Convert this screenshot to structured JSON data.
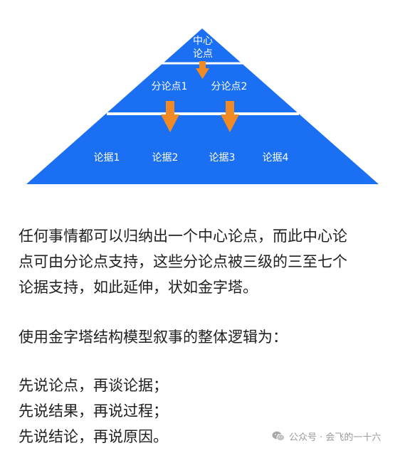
{
  "pyramid": {
    "colors": {
      "fill": "#1a6ff2",
      "divider": "#ffffff",
      "arrow": "#ef8a25",
      "text": "#ffffff"
    },
    "apex": {
      "line1": "中心",
      "line2": "论点"
    },
    "middle": [
      "分论点1",
      "分论点2"
    ],
    "base": [
      "论据1",
      "论据2",
      "论据3",
      "论据4"
    ]
  },
  "text": {
    "para1": [
      "任何事情都可以归纳出一个中心论点，而此中心论",
      "点可由分论点支持，这些分论点被三级的三至七个",
      "论据支持，如此延伸，状如金字塔。"
    ],
    "para2": [
      "使用金字塔结构模型叙事的整体逻辑为："
    ],
    "para3": [
      "先说论点，再谈论据；",
      "先说结果，再说过程；",
      "先说结论，再说原因。"
    ]
  },
  "watermark": {
    "icon": "wechat-icon",
    "text": "公众号 · 会飞的一十六"
  }
}
